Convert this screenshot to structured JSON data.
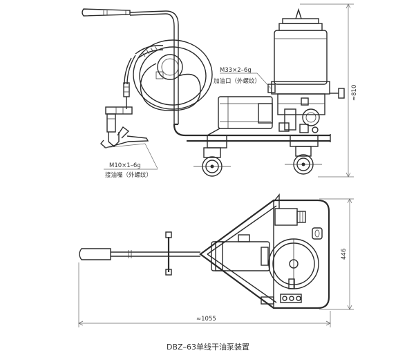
{
  "caption": "DBZ–63单线干油泵装置",
  "side_view": {
    "label_thread_m33": "M33×2–6g",
    "label_fill_port": "加油口（外螺纹）",
    "label_thread_m10": "M10×1–6g",
    "label_nozzle": "接油嘴（外螺纹）",
    "dim_height": "≈810"
  },
  "top_view": {
    "dim_width": "446",
    "dim_length": "≈1055"
  }
}
